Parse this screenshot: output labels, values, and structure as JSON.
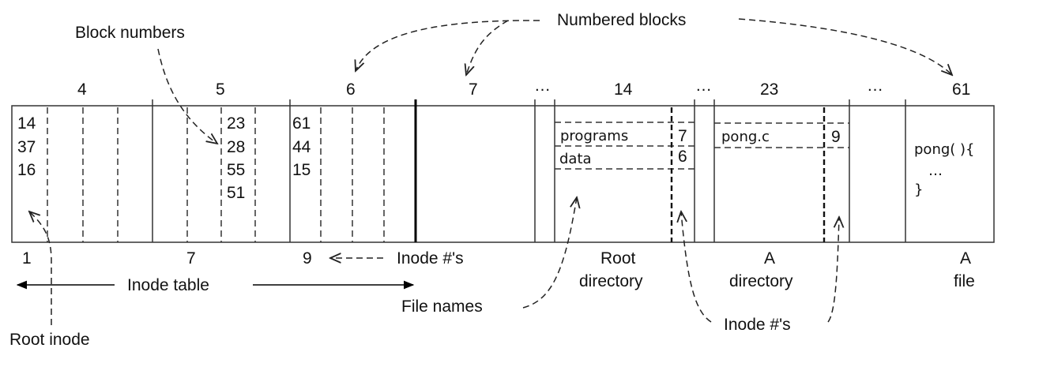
{
  "title_labels": {
    "block_numbers": "Block numbers",
    "numbered_blocks": "Numbered blocks"
  },
  "block_headers": [
    "4",
    "5",
    "6",
    "7",
    "14",
    "23",
    "61"
  ],
  "ellipsis": "…",
  "blocks": {
    "b4": {
      "entries": [
        "14",
        "37",
        "16"
      ]
    },
    "b5": {
      "entries": [
        "23",
        "28",
        "55",
        "51"
      ]
    },
    "b6": {
      "entries": [
        "61",
        "44",
        "15"
      ]
    },
    "b14": {
      "rows": [
        {
          "name": "programs",
          "inode": "7"
        },
        {
          "name": "data",
          "inode": "6"
        }
      ]
    },
    "b23": {
      "rows": [
        {
          "name": "pong.c",
          "inode": "9"
        }
      ]
    },
    "b61": {
      "lines": [
        "pong( ){",
        "…",
        "}"
      ]
    }
  },
  "inode_numbers": [
    "1",
    "7",
    "9"
  ],
  "bottom_labels": {
    "inode_refs": "Inode #'s",
    "inode_table": "Inode table",
    "root_inode": "Root inode",
    "file_names": "File names",
    "root_dir_1": "Root",
    "root_dir_2": "directory",
    "a_dir_1": "A",
    "a_dir_2": "directory",
    "a_file_1": "A",
    "a_file_2": "file",
    "inode_refs_2": "Inode #'s"
  }
}
